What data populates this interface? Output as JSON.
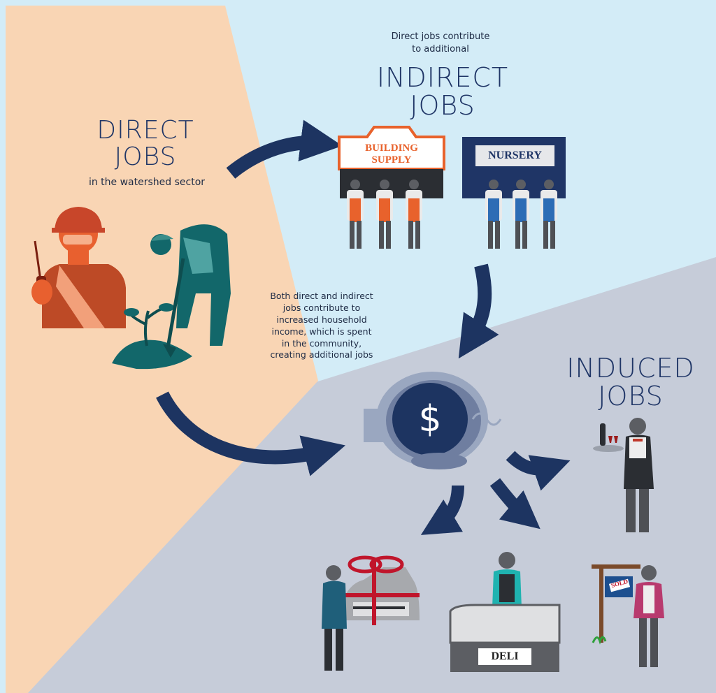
{
  "direct": {
    "title_line1": "DIRECT",
    "title_line2": "JOBS",
    "subtitle": "in the watershed sector"
  },
  "indirect": {
    "intro_line1": "Direct jobs contribute",
    "intro_line2": "to additional",
    "title_line1": "INDIRECT",
    "title_line2": "JOBS"
  },
  "induced": {
    "title_line1": "INDUCED",
    "title_line2": "JOBS"
  },
  "household_note": {
    "line1": "Both direct and indirect",
    "line2": "jobs contribute to",
    "line3": "increased household",
    "line4": "income, which is spent",
    "line5": "in the community,",
    "line6": "creating additional jobs"
  },
  "signs": {
    "building_supply_line1": "BUILDING",
    "building_supply_line2": "SUPPLY",
    "nursery": "NURSERY",
    "deli": "DELI",
    "sold": "SOLD",
    "dollar": "$"
  },
  "colors": {
    "direct_region": "#f9d5b4",
    "indirect_region": "#cfe9f6",
    "induced_region": "#c6ccd9",
    "arrow": "#1d3461",
    "heading": "#1f3566",
    "orange_apron": "#e8622c",
    "blue_apron": "#2d6cb5",
    "teal_worker": "#12676a"
  }
}
